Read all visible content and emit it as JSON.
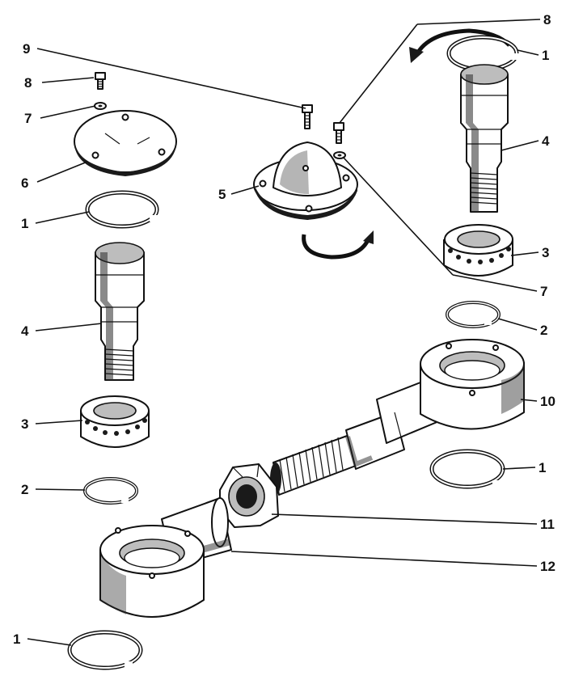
{
  "callouts": {
    "c1a": "1",
    "c1b": "1",
    "c1c": "1",
    "c1d": "1",
    "c2a": "2",
    "c2b": "2",
    "c3a": "3",
    "c3b": "3",
    "c4a": "4",
    "c4b": "4",
    "c5": "5",
    "c6": "6",
    "c7a": "7",
    "c7b": "7",
    "c8a": "8",
    "c8b": "8",
    "c9": "9",
    "c10": "10",
    "c11": "11",
    "c12": "12"
  }
}
